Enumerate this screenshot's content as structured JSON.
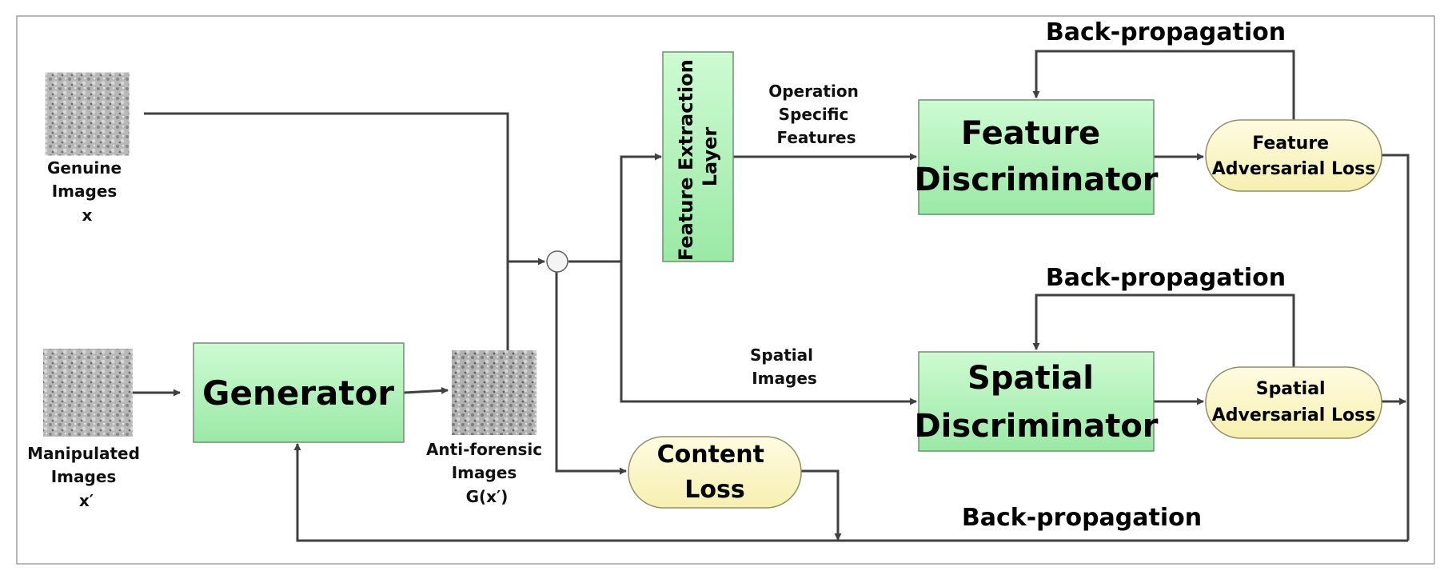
{
  "diagram": {
    "inputs": {
      "genuine": [
        "Genuine",
        "Images",
        "x"
      ],
      "manipulated": [
        "Manipulated",
        "Images",
        "x′"
      ],
      "anti_forensic": [
        "Anti-forensic",
        "Images",
        "G(x′)"
      ]
    },
    "nodes": {
      "generator": "Generator",
      "feature_extraction": [
        "Feature Extraction",
        "Layer"
      ],
      "feature_discriminator": [
        "Feature",
        "Discriminator"
      ],
      "spatial_discriminator": [
        "Spatial",
        "Discriminator"
      ],
      "feature_loss": [
        "Feature",
        "Adversarial Loss"
      ],
      "spatial_loss": [
        "Spatial",
        "Adversarial Loss"
      ],
      "content_loss": [
        "Content",
        "Loss"
      ]
    },
    "edge_labels": {
      "operation_features": [
        "Operation",
        "Specific",
        "Features"
      ],
      "spatial_images": [
        "Spatial",
        "Images"
      ],
      "backprop_feature": "Back-propagation",
      "backprop_spatial": "Back-propagation",
      "backprop_generator": "Back-propagation"
    }
  }
}
